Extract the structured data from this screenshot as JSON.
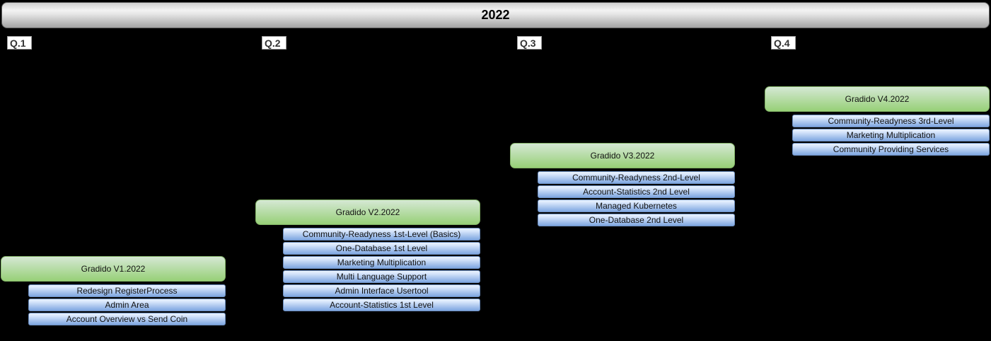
{
  "title": "2022",
  "quarters": [
    {
      "label": "Q.1",
      "milestone": "Gradido V1.2022",
      "items": [
        "Redesign RegisterProcess",
        "Admin Area",
        "Account Overview vs Send Coin"
      ]
    },
    {
      "label": "Q.2",
      "milestone": "Gradido V2.2022",
      "items": [
        "Community-Readyness 1st-Level (Basics)",
        "One-Database 1st Level",
        "Marketing Multiplication",
        "Multi Language Support",
        "Admin Interface Usertool",
        "Account-Statistics 1st Level"
      ]
    },
    {
      "label": "Q.3",
      "milestone": "Gradido V3.2022",
      "items": [
        "Community-Readyness 2nd-Level",
        "Account-Statistics 2nd Level",
        "Managed Kubernetes",
        "One-Database 2nd Level"
      ]
    },
    {
      "label": "Q.4",
      "milestone": "Gradido V4.2022",
      "items": [
        "Community-Readyness 3rd-Level",
        "Marketing Multiplication",
        "Community Providing Services"
      ]
    }
  ],
  "colors": {
    "background": "#000000",
    "bar_bottom": "#a3a3a3",
    "qlabel_bg": "#ffffff",
    "milestone_top": "#d5e8d4",
    "milestone_bottom": "#97d077",
    "milestone_border": "#82b366",
    "item_top": "#e9f1fc",
    "item_bottom": "#7ea6e0",
    "item_border": "#6c8ebf"
  }
}
